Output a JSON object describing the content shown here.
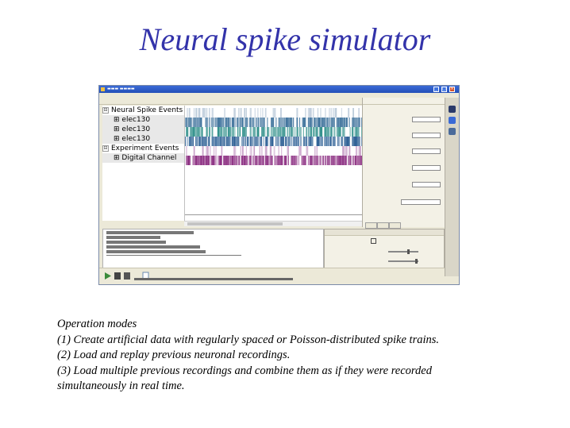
{
  "slide": {
    "title": "Neural spike simulator"
  },
  "screenshot": {
    "tree": {
      "items": [
        {
          "label": "Neural Spike Events",
          "expander": "⊟"
        },
        {
          "label": "elec130",
          "expander": "⊞"
        },
        {
          "label": "elec130",
          "expander": "⊞"
        },
        {
          "label": "elec130",
          "expander": "⊞"
        },
        {
          "label": "Experiment Events",
          "expander": "⊟"
        },
        {
          "label": "Digital Channel",
          "expander": "⊞"
        }
      ]
    },
    "colors": {
      "spike_track_1": "#3a6f9a",
      "spike_track_2": "#2f8f8a",
      "spike_track_3": "#2c5f94",
      "digital_channel": "#8a2b80",
      "slide_title": "#3333aa",
      "titlebar": "#2450b8"
    },
    "icons": [
      "app-icon",
      "minimize-icon",
      "maximize-icon",
      "close-icon",
      "play-icon",
      "record-icon",
      "stop-icon",
      "file-icon"
    ]
  },
  "caption": {
    "heading": "Operation modes",
    "lines": [
      "(1) Create artificial data with regularly spaced or Poisson-distributed spike trains.",
      "(2) Load and replay previous neuronal recordings.",
      "(3) Load multiple previous recordings and combine them as if they were recorded",
      "simultaneously in real time."
    ]
  }
}
